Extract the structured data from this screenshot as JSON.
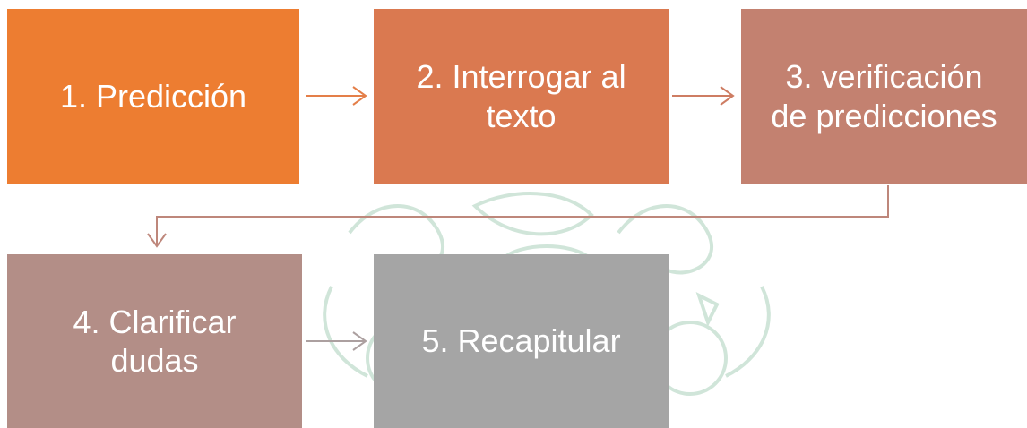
{
  "steps": [
    {
      "label": "1. Predicción",
      "color": "#ED7D31"
    },
    {
      "label": "2. Interrogar al\ntexto",
      "color": "#DA7950"
    },
    {
      "label": "3. verificación\nde predicciones",
      "color": "#C38170"
    },
    {
      "label": "4. Clarificar\ndudas",
      "color": "#B38E87"
    },
    {
      "label": "5. Recapitular",
      "color": "#A5A5A5"
    }
  ],
  "connector_colors": {
    "step1_to_step2": "#E47F49",
    "step2_to_step3": "#CE7D63",
    "step3_to_step4": "#BE877B",
    "step4_to_step5": "#ACA0A0"
  },
  "watermark_color": "#2E8B57"
}
